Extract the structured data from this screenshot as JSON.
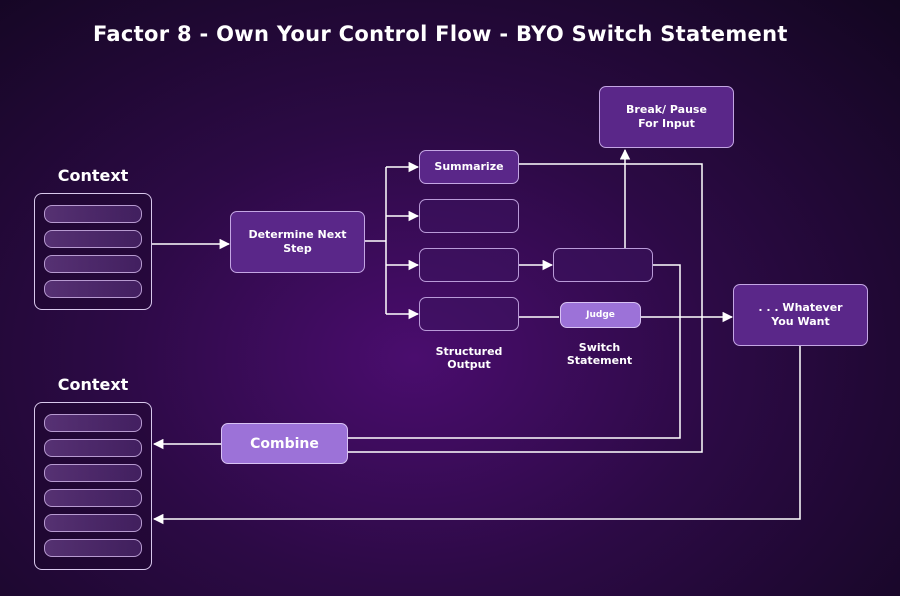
{
  "title": "Factor 8 - Own Your Control Flow - BYO Switch Statement",
  "context_top": {
    "label": "Context",
    "bar_count": 4
  },
  "context_bottom": {
    "label": "Context",
    "bar_count": 6
  },
  "nodes": {
    "determine": "Determine Next Step",
    "summarize": "Summarize",
    "break_pause": "Break/ Pause For Input",
    "judge": "Judge",
    "whatever": ". . . Whatever You Want",
    "combine": "Combine"
  },
  "captions": {
    "structured_output": "Structured Output",
    "switch_statement": "Switch Statement"
  },
  "colors": {
    "background": "#2c0a45",
    "node_fill": "#5a2789",
    "node_highlight": "#9c72d8",
    "line": "#ffffff"
  }
}
